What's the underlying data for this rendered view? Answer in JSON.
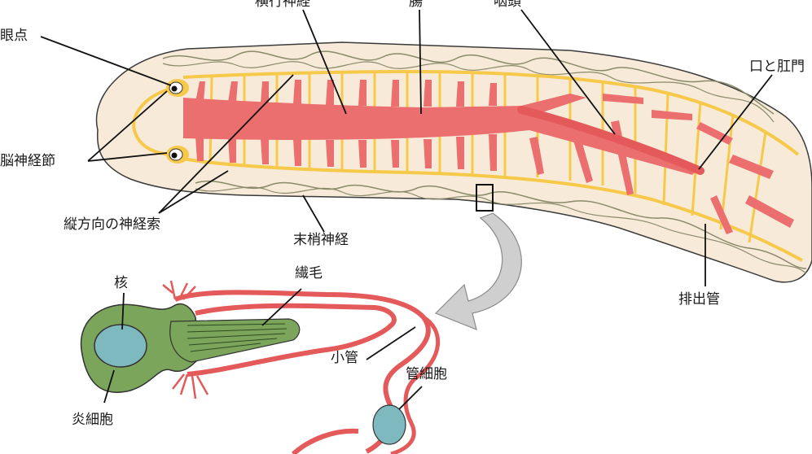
{
  "labels": {
    "eyespot": "眼点",
    "transverse_nerve": "横行神経",
    "intestine": "腸",
    "pharynx": "咽頭",
    "mouth_anus": "口と肛門",
    "cerebral_ganglia": "脳神経節",
    "longitudinal_nerve_cords": "縦方向の神経索",
    "peripheral_nerve": "末梢神経",
    "excretory_canal": "排出管",
    "nucleus": "核",
    "cilia": "繊毛",
    "tubule": "小管",
    "tubule_cell": "管細胞",
    "flame_cell": "炎細胞"
  },
  "colors": {
    "body": "#f7ead9",
    "body_outline": "#3a3a3a",
    "gut": "#ec6f6f",
    "nerve": "#f7c94a",
    "flame_cell": "#7aa55a",
    "nucleus": "#7fb9c0",
    "tubule": "#e45a5a",
    "arrow": "#c8c8c8"
  }
}
